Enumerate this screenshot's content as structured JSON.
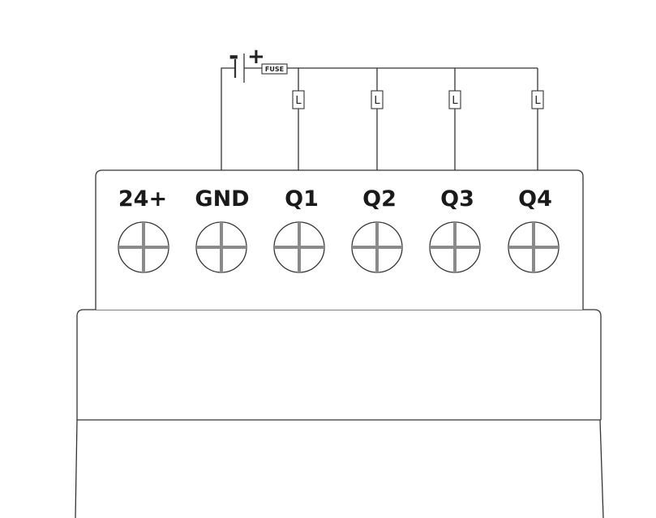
{
  "terminals": [
    {
      "label": "24+"
    },
    {
      "label": "GND"
    },
    {
      "label": "Q1"
    },
    {
      "label": "Q2"
    },
    {
      "label": "Q3"
    },
    {
      "label": "Q4"
    }
  ],
  "battery": {
    "negative_label": "-",
    "positive_label": "+"
  },
  "fuse": {
    "label": "FUSE"
  },
  "loads": [
    {
      "label": "L"
    },
    {
      "label": "L"
    },
    {
      "label": "L"
    },
    {
      "label": "L"
    }
  ],
  "colors": {
    "stroke": "#333333",
    "screw_cross": "#8a8a8a",
    "background": "#ffffff"
  }
}
